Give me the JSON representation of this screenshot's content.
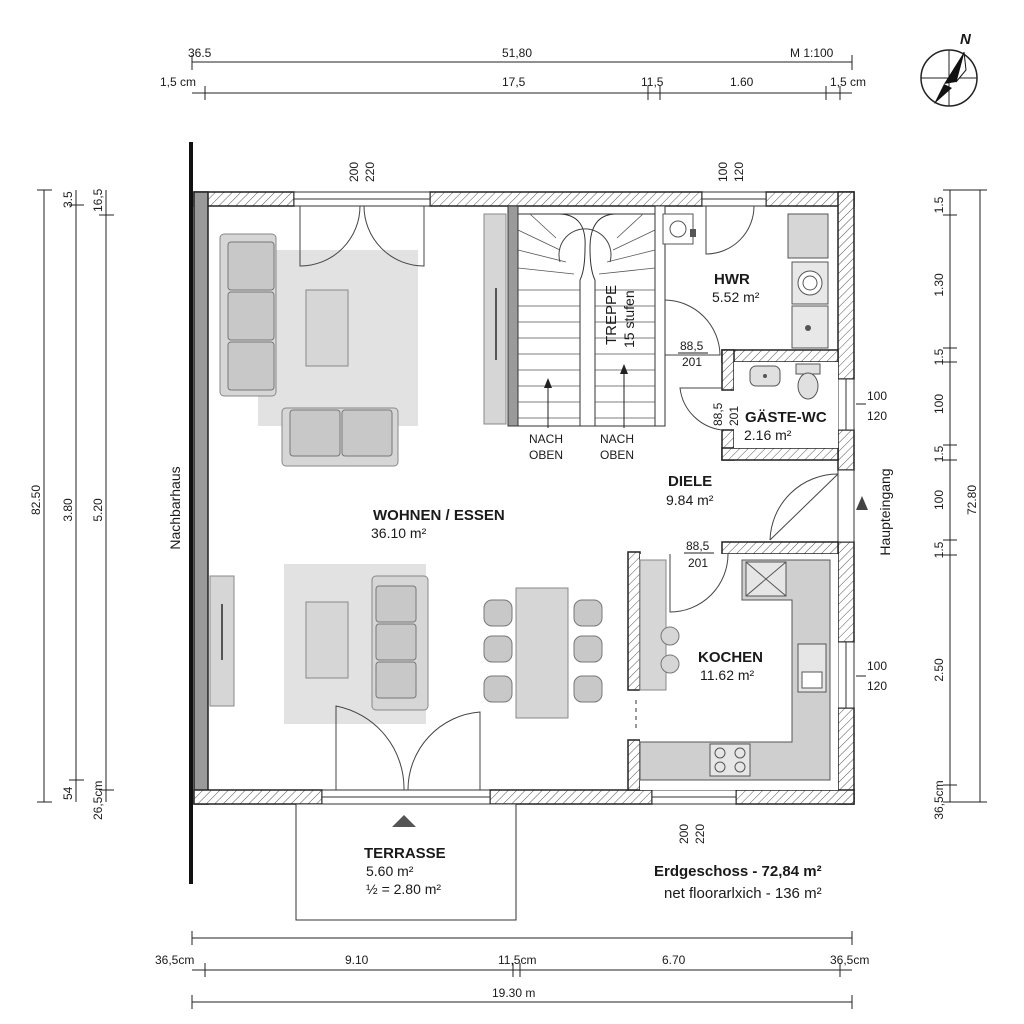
{
  "scale": "M 1:100",
  "north": "N",
  "top_dims": {
    "row1": [
      "36.5",
      "51,80"
    ],
    "row2": [
      "1,5 cm",
      "17,5",
      "11,5",
      "1.60",
      "1,5 cm"
    ]
  },
  "left_dims": {
    "outer": "82.50",
    "mid": "3.80",
    "inner": "5.20",
    "top_small": [
      "3.5",
      "16,5"
    ],
    "bottom_small": [
      "54",
      "26,5cm"
    ]
  },
  "right_dims": {
    "segments": [
      "1.5",
      "1.30",
      "1.5",
      "100",
      "1.5",
      "100",
      "1.5",
      "2.50",
      "36,5cm"
    ],
    "total": "72.80"
  },
  "bottom_dims": {
    "row1": [
      "36,5cm",
      "9.10",
      "11,5cm",
      "6.70",
      "36,5cm"
    ],
    "total": "19.30 m"
  },
  "labels": {
    "neighbor": "Nachbarhaus",
    "main_entrance": "Haupteingang"
  },
  "window_labels": {
    "w_living_top": [
      "200",
      "220"
    ],
    "w_hwr_top": [
      "100",
      "120"
    ],
    "w_wc_right": [
      "100",
      "120"
    ],
    "w_kitchen_right": [
      "100",
      "120"
    ],
    "w_kitchen_bottom": [
      "200",
      "220"
    ]
  },
  "door_labels": {
    "d_hwr": [
      "88,5",
      "201"
    ],
    "d_wc": [
      "88,5",
      "201"
    ],
    "d_kitchen": [
      "88,5",
      "201"
    ]
  },
  "rooms": {
    "hwr": {
      "name": "HWR",
      "area": "5.52 m²"
    },
    "wc": {
      "name": "GÄSTE-WC",
      "area": "2.16 m²"
    },
    "diele": {
      "name": "DIELE",
      "area": "9.84 m²"
    },
    "wohnen": {
      "name": "WOHNEN / ESSEN",
      "area": "36.10 m²"
    },
    "kochen": {
      "name": "KOCHEN",
      "area": "11.62 m²"
    },
    "terrasse": {
      "name": "TERRASSE",
      "area": "5.60 m²",
      "half": "½ = 2.80 m²"
    }
  },
  "stairs": {
    "label1": "TREPPE",
    "label2": "15 stufen",
    "left_up": [
      "NACH",
      "OBEN"
    ],
    "right_up": [
      "NACH",
      "OBEN"
    ]
  },
  "summary": {
    "line1": "Erdgeschoss - 72,84 m²",
    "line2": "net floorarlxich - 136 m²"
  }
}
